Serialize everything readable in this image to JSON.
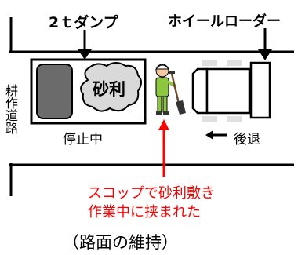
{
  "labels": {
    "dump_truck": "2ｔダンプ",
    "wheel_loader": "ホイールローダー",
    "road": "耕作道路",
    "gravel": "砂利",
    "stopped": "停止中",
    "reverse": "後退",
    "caption": "（路面の維持）"
  },
  "incident": {
    "line1": "スコップで砂利敷き",
    "line2": "作業中に挟まれた"
  },
  "colors": {
    "accent_red": "#ff0000",
    "worker_green": "#8dc63f",
    "truck_cab": "#6b6b6b",
    "gravel_fill": "#d9d9d9"
  }
}
